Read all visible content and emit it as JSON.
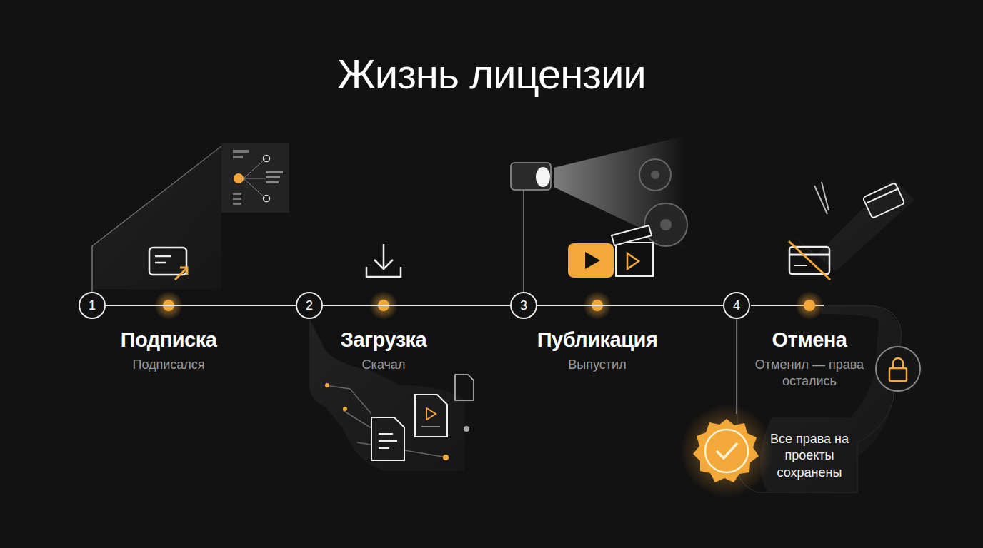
{
  "diagram": {
    "title": "Жизнь лицензии",
    "nodes": [
      {
        "text": [
          "1"
        ]
      },
      {
        "text": [
          "2"
        ]
      },
      {
        "text": [
          "3"
        ]
      },
      {
        "text": [
          "4"
        ]
      }
    ],
    "edges": [
      {
        "from": 0,
        "to": 1,
        "arrow": "none"
      },
      {
        "from": 1,
        "to": 2,
        "arrow": "none"
      },
      {
        "from": 2,
        "to": 3,
        "arrow": "none"
      }
    ],
    "labels": [
      "Подписка",
      "Подписался",
      "Загрузка",
      "Скачал",
      "Публикация",
      "Выпустил",
      "Отмена",
      "Отменил — права остались",
      "Все права на проекты сохранены"
    ]
  }
}
